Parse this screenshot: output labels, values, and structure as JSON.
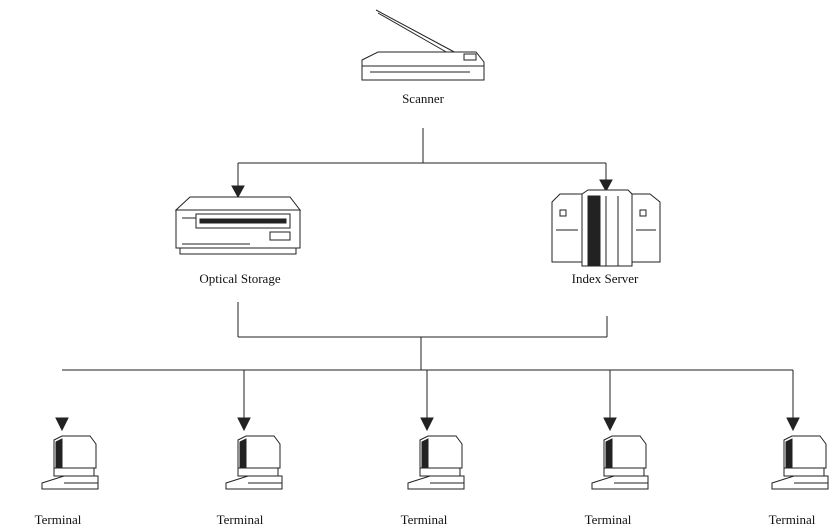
{
  "nodes": {
    "scanner": {
      "label": "Scanner",
      "icon": "scanner-icon"
    },
    "optical_storage": {
      "label": "Optical Storage",
      "icon": "optical-drive-icon"
    },
    "index_server": {
      "label": "Index Server",
      "icon": "server-icon"
    },
    "terminals": [
      {
        "label": "Terminal",
        "icon": "computer-terminal-icon"
      },
      {
        "label": "Terminal",
        "icon": "computer-terminal-icon"
      },
      {
        "label": "Terminal",
        "icon": "computer-terminal-icon"
      },
      {
        "label": "Terminal",
        "icon": "computer-terminal-icon"
      },
      {
        "label": "Terminal",
        "icon": "computer-terminal-icon"
      }
    ]
  },
  "colors": {
    "line": "#222222",
    "background": "#ffffff"
  }
}
